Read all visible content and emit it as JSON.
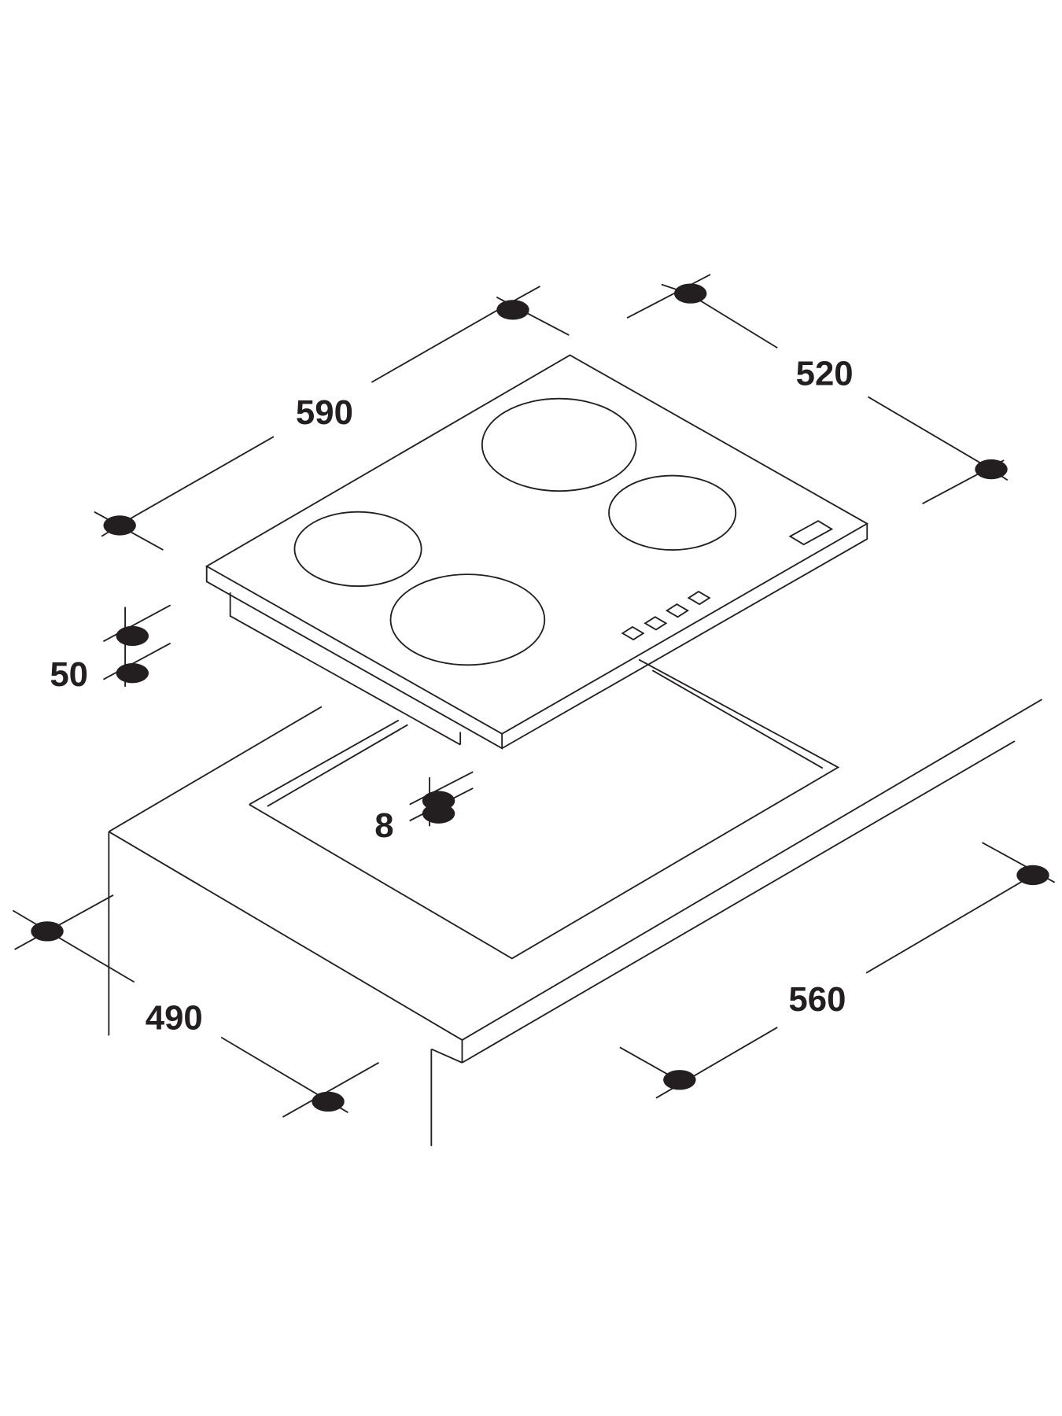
{
  "diagram": {
    "subject": "Built-in ceramic/induction hob with 4 cooking zones and worktop cut-out",
    "dimensions_mm": {
      "width": "590",
      "depth": "520",
      "height": "50",
      "cutout_width": "560",
      "cutout_depth": "490",
      "clearance": "8"
    },
    "zones": 4,
    "control_buttons": 4,
    "colors": {
      "line": "#231f20",
      "background": "#ffffff"
    }
  }
}
